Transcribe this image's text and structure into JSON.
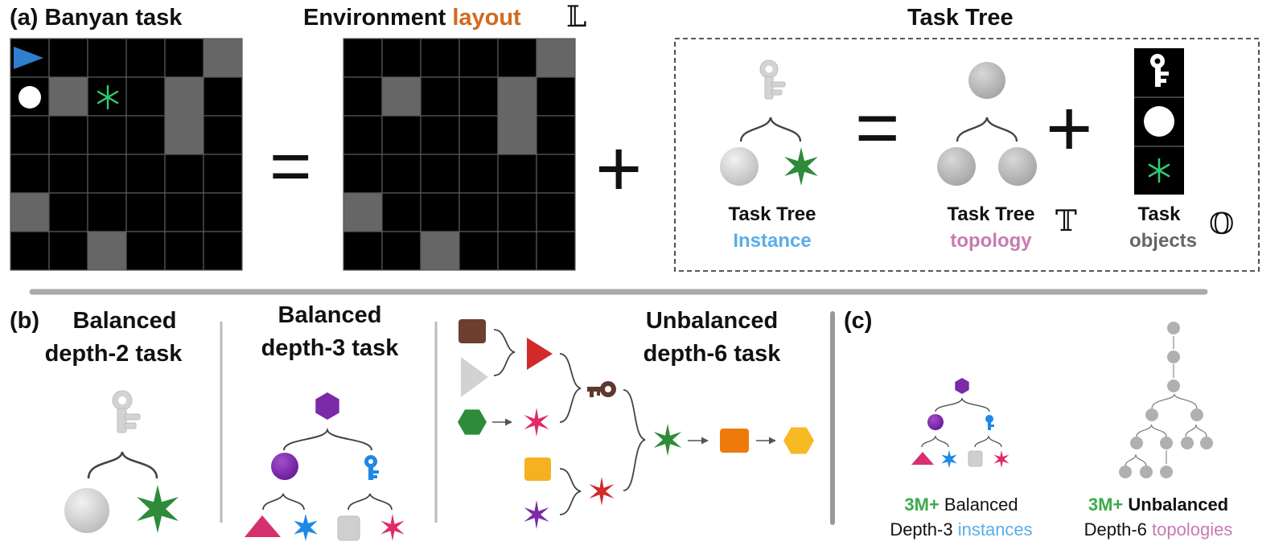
{
  "colors": {
    "orange": "#d2691e",
    "blue": "#5aaee8",
    "pink": "#c77bb2",
    "green": "#3caa4a",
    "grid_dark": "#000000",
    "grid_light": "#666666"
  },
  "panel_a": {
    "label": "(a) Banyan task",
    "equals": "=",
    "plus": "+",
    "env_title_1": "Environment ",
    "env_title_2": "layout",
    "env_symbol": "𝕃",
    "tree_title": "Task Tree",
    "instance_title_1": "Task Tree",
    "instance_title_2": "Instance",
    "topology_title_1": "Task Tree",
    "topology_title_2": "topology",
    "topology_symbol": "𝕋",
    "objects_title_1": "Task",
    "objects_title_2": "objects",
    "objects_symbol": "𝕆",
    "grid_light_cells": [
      [
        0,
        5
      ],
      [
        1,
        1
      ],
      [
        1,
        4
      ],
      [
        2,
        4
      ],
      [
        4,
        0
      ],
      [
        5,
        2
      ]
    ],
    "grid_objects": [
      "agent-arrow",
      "white-circle",
      "green-asterisk"
    ]
  },
  "panel_b": {
    "label": "(b)",
    "depth2_title_1": "Balanced",
    "depth2_title_2": "depth-2 task",
    "depth3_title_1": "Balanced",
    "depth3_title_2": "depth-3 task",
    "depth6_title_1": "Unbalanced",
    "depth6_title_2": "depth-6 task"
  },
  "panel_c": {
    "label": "(c)",
    "balanced_count": "3M+",
    "balanced_word": "Balanced",
    "balanced_depth": "Depth-3",
    "balanced_kind": "instances",
    "unbalanced_count": "3M+",
    "unbalanced_word": "Unbalanced",
    "unbalanced_depth": "Depth-6",
    "unbalanced_kind": "topologies"
  }
}
